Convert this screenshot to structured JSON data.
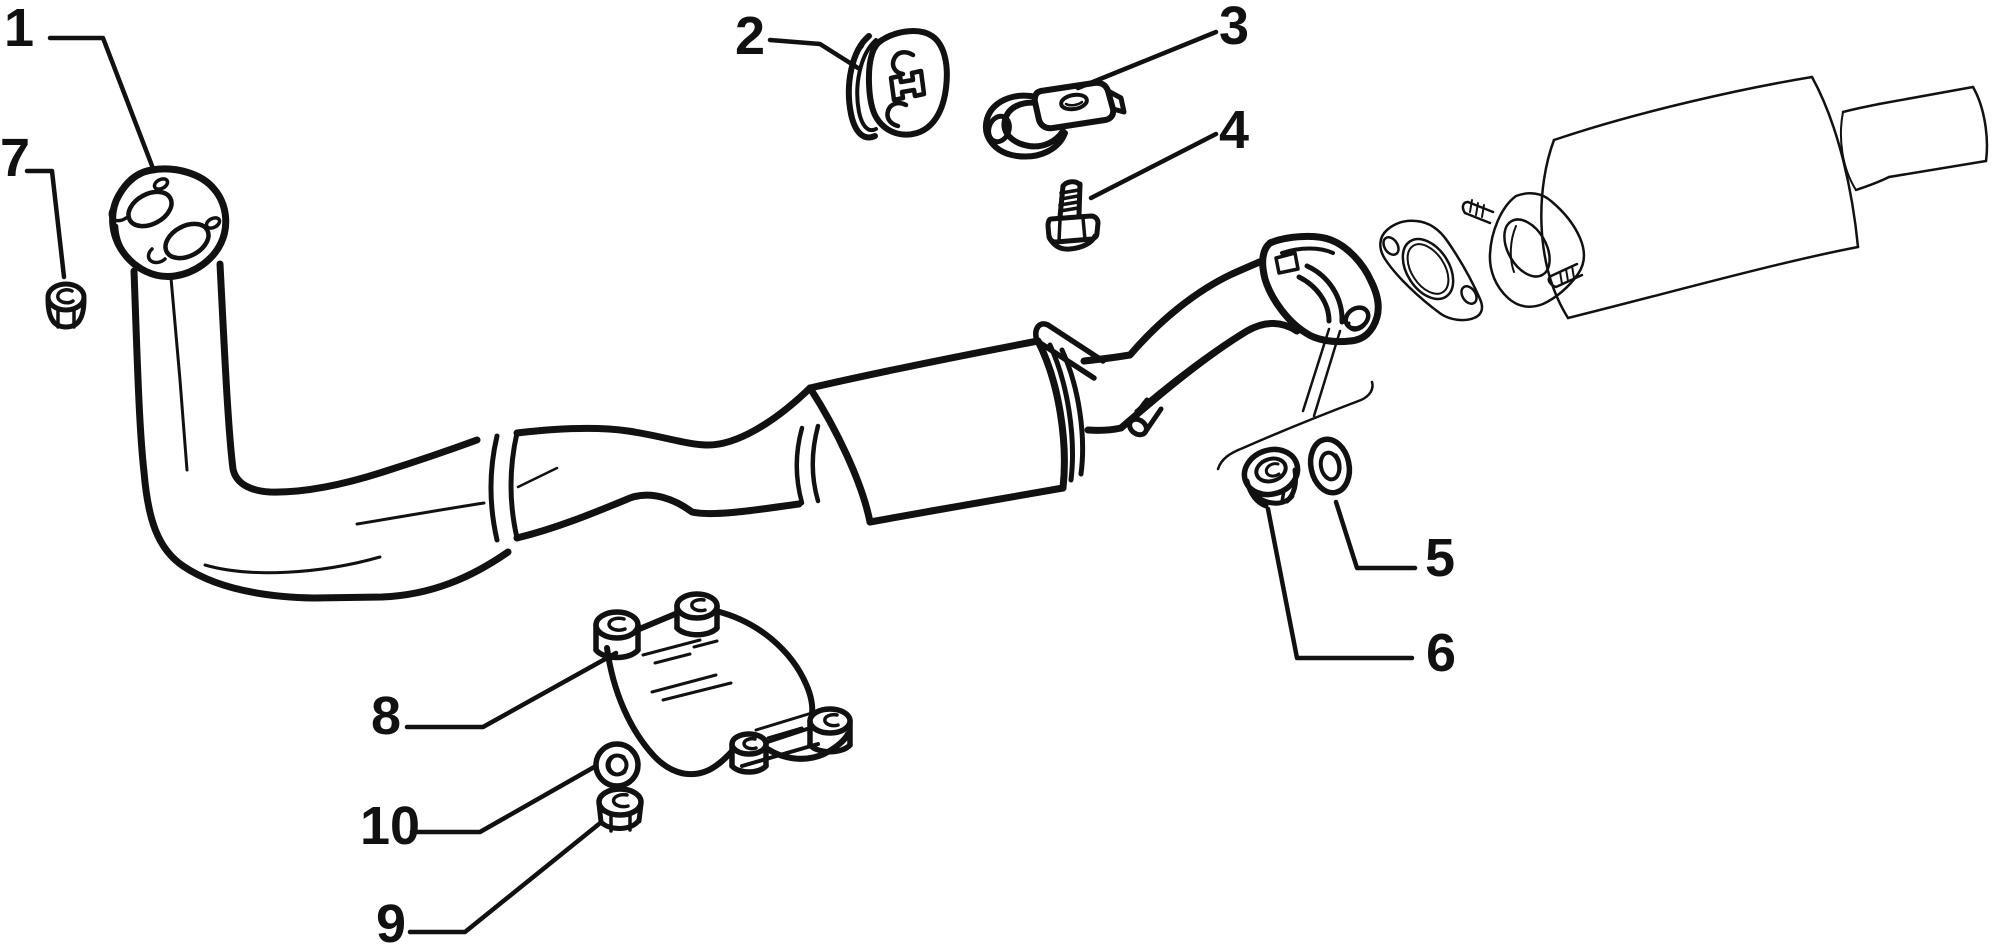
{
  "diagram": {
    "background_color": "#ffffff",
    "line_color": "#111111",
    "description": "Exploded-view line drawing of an automotive front exhaust pipe and catalytic converter section with numbered part callouts",
    "callouts": [
      {
        "number": "1",
        "points_to": "front-downpipe-assembly"
      },
      {
        "number": "2",
        "points_to": "rubber-hanger-mount"
      },
      {
        "number": "3",
        "points_to": "hook-bracket"
      },
      {
        "number": "4",
        "points_to": "flanged-hex-bolt"
      },
      {
        "number": "5",
        "points_to": "washer"
      },
      {
        "number": "6",
        "points_to": "flanged-lock-nut"
      },
      {
        "number": "7",
        "points_to": "hex-lock-nut"
      },
      {
        "number": "8",
        "points_to": "heat-shield"
      },
      {
        "number": "9",
        "points_to": "hex-lock-nut"
      },
      {
        "number": "10",
        "points_to": "washer"
      }
    ]
  }
}
